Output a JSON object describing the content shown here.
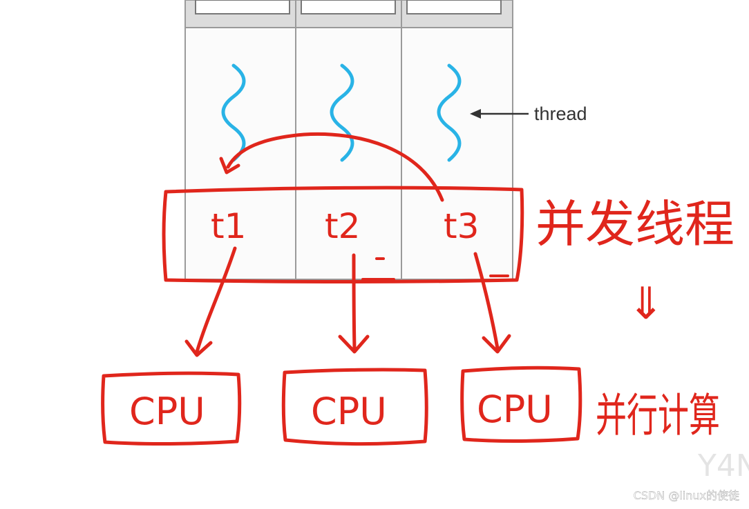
{
  "diagram": {
    "thread_label": "thread",
    "threads": [
      {
        "label": "t1",
        "id": "t1"
      },
      {
        "label": "t2",
        "id": "t2"
      },
      {
        "label": "t3",
        "id": "t3"
      }
    ],
    "cpus": [
      "CPU",
      "CPU",
      "CPU"
    ],
    "concurrent_label": "并发线程",
    "arrow_symbol": "⇓",
    "parallel_label": "并行计算",
    "colors": {
      "ink": "#e0261c",
      "thread_wave": "#29b3e6",
      "grid": "#9a9a9a",
      "text": "#333333"
    }
  },
  "watermark": {
    "text": "CSDN @linux的使徒",
    "faint": "Y4N"
  }
}
